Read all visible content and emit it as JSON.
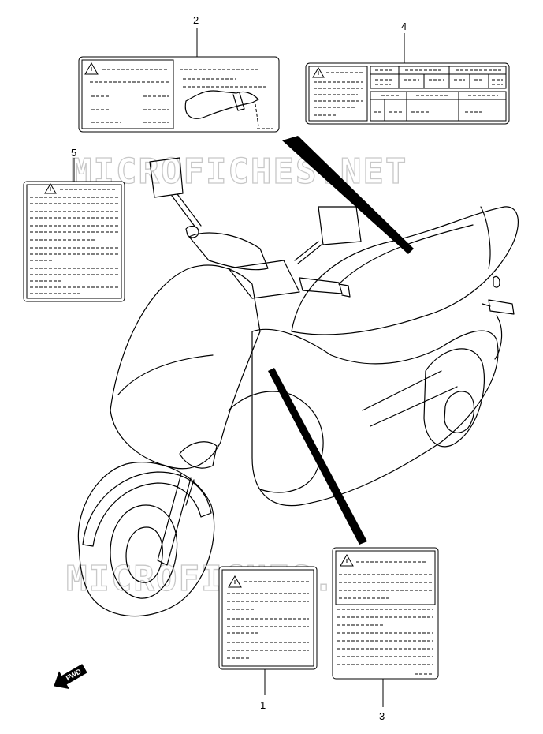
{
  "callouts": [
    {
      "id": "1",
      "label": "1"
    },
    {
      "id": "2",
      "label": "2"
    },
    {
      "id": "3",
      "label": "3"
    },
    {
      "id": "4",
      "label": "4"
    },
    {
      "id": "5",
      "label": "5"
    }
  ],
  "watermark": {
    "text_top": "MICROFICHES.NET",
    "text_bottom": "MICROFICHES.NET"
  },
  "direction_marker": {
    "label": "FWD"
  },
  "icons": {
    "warning": "warning-triangle-icon",
    "direction": "fwd-arrow-icon"
  }
}
